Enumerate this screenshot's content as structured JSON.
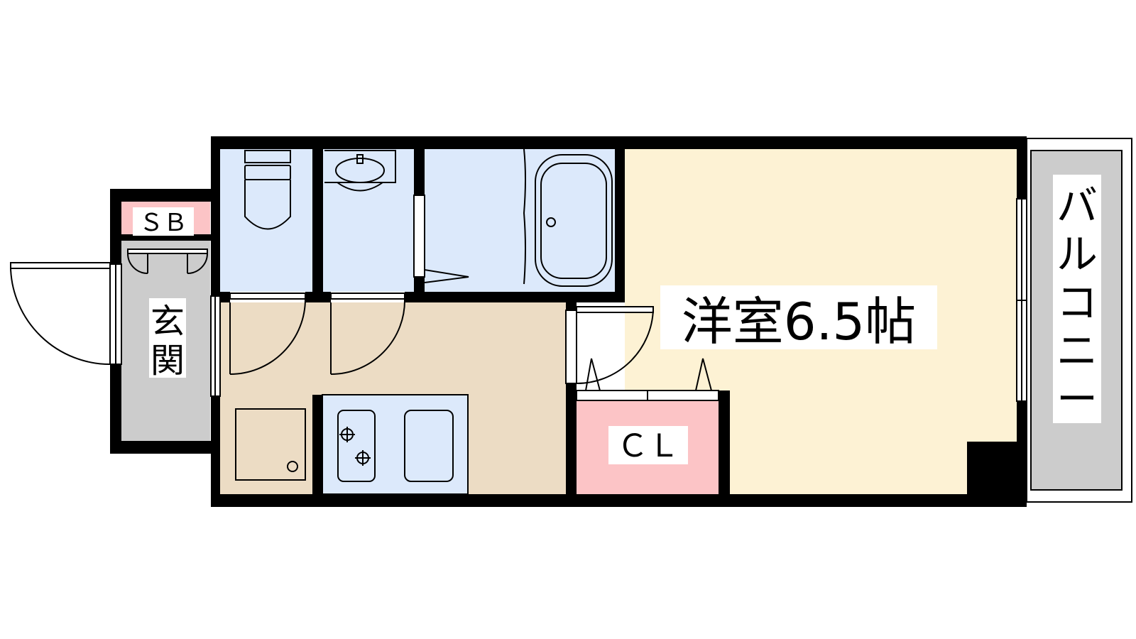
{
  "colors": {
    "wall": "#000000",
    "room_western": "#fdf2d4",
    "room_kitchen": "#ecdcc4",
    "wet_area": "#dce9fb",
    "storage": "#fcc4c6",
    "entrance": "#cccccc",
    "balcony": "#cccccc",
    "label_bg": "#ffffff"
  },
  "labels": {
    "western_room": "洋室6.5帖",
    "closet": "ＣＬ",
    "shoe_box": "ＳＢ",
    "entrance_line1": "玄",
    "entrance_line2": "関",
    "balcony_chars": [
      "バ",
      "ル",
      "コ",
      "ニ",
      "ー"
    ]
  },
  "icons": [
    "toilet-icon",
    "washbasin-icon",
    "bathtub-icon",
    "washing-machine-icon",
    "stove-icon",
    "sink-icon"
  ]
}
